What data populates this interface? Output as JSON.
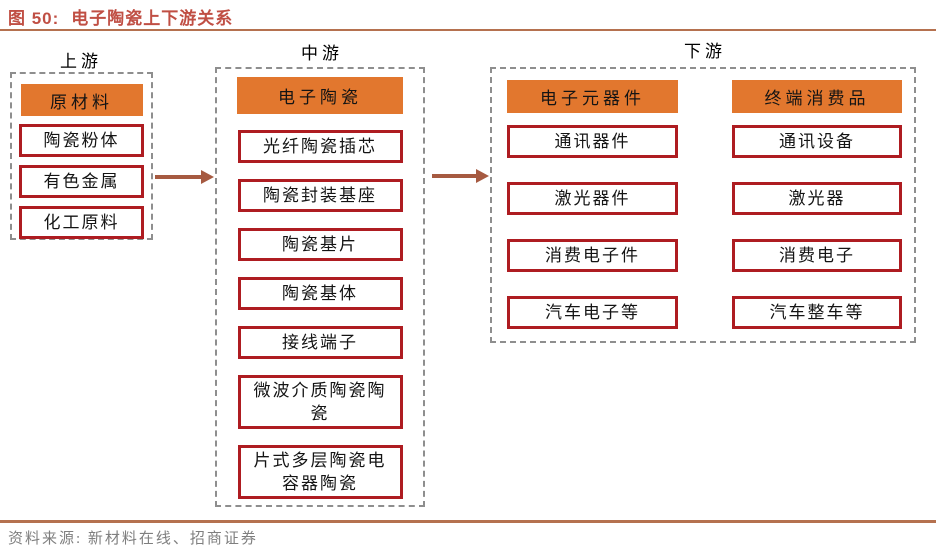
{
  "figure": {
    "label": "图 50:",
    "title": "电子陶瓷上下游关系"
  },
  "sections": {
    "upstream": {
      "label": "上游",
      "header": "原材料",
      "items": [
        "陶瓷粉体",
        "有色金属",
        "化工原料"
      ]
    },
    "midstream": {
      "label": "中游",
      "header": "电子陶瓷",
      "items": [
        "光纤陶瓷插芯",
        "陶瓷封装基座",
        "陶瓷基片",
        "陶瓷基体",
        "接线端子",
        "微波介质陶瓷陶瓷",
        "片式多层陶瓷电容器陶瓷"
      ]
    },
    "downstream": {
      "label": "下游",
      "columns": [
        {
          "header": "电子元器件",
          "items": [
            "通讯器件",
            "激光器件",
            "消费电子件",
            "汽车电子等"
          ]
        },
        {
          "header": "终端消费品",
          "items": [
            "通讯设备",
            "激光器",
            "消费电子",
            "汽车整车等"
          ]
        }
      ]
    }
  },
  "footer": {
    "source": "资料来源: 新材料在线、招商证券"
  },
  "colors": {
    "title-red": "#c04f44",
    "rule-brown": "#b5714f",
    "header-orange": "#e2772e",
    "box-border-red": "#ae1c21",
    "arrow-brown": "#a65a41",
    "dash-gray": "#8e8e8e",
    "source-gray": "#7f7f7f"
  }
}
